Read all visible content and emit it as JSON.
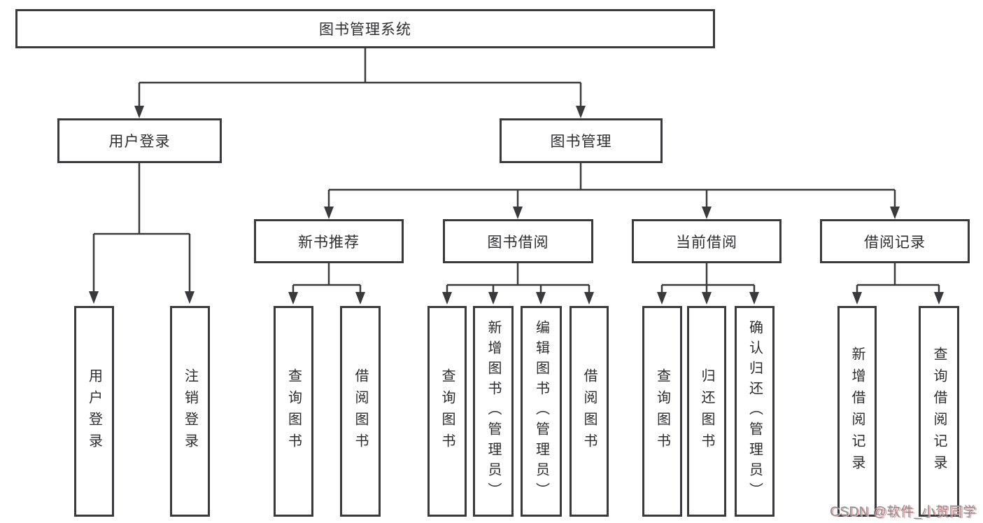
{
  "diagram": {
    "tree": {
      "label": "图书管理系统",
      "children": [
        {
          "label": "用户登录",
          "children": [
            {
              "label": "用户登录"
            },
            {
              "label": "注销登录"
            }
          ]
        },
        {
          "label": "图书管理",
          "children": [
            {
              "label": "新书推荐",
              "children": [
                {
                  "label": "查询图书"
                },
                {
                  "label": "借阅图书"
                }
              ]
            },
            {
              "label": "图书借阅",
              "children": [
                {
                  "label": "查询图书"
                },
                {
                  "label": "新增图书（管理员）"
                },
                {
                  "label": "编辑图书（管理员）"
                },
                {
                  "label": "借阅图书"
                }
              ]
            },
            {
              "label": "当前借阅",
              "children": [
                {
                  "label": "查询图书"
                },
                {
                  "label": "归还图书"
                },
                {
                  "label": "确认归还（管理员）"
                }
              ]
            },
            {
              "label": "借阅记录",
              "children": [
                {
                  "label": "新增借阅记录"
                },
                {
                  "label": "查询借阅记录"
                }
              ]
            }
          ]
        }
      ]
    },
    "colors": {
      "line": "#3a3a3c",
      "box_border": "#3a3a3c",
      "text": "#2d2d2f",
      "background": "#ffffff"
    }
  },
  "watermark": {
    "text": "CSDN @软件_小贺同学",
    "text_color": "#8f8f91",
    "shadow_color": "#f2a3a3"
  }
}
